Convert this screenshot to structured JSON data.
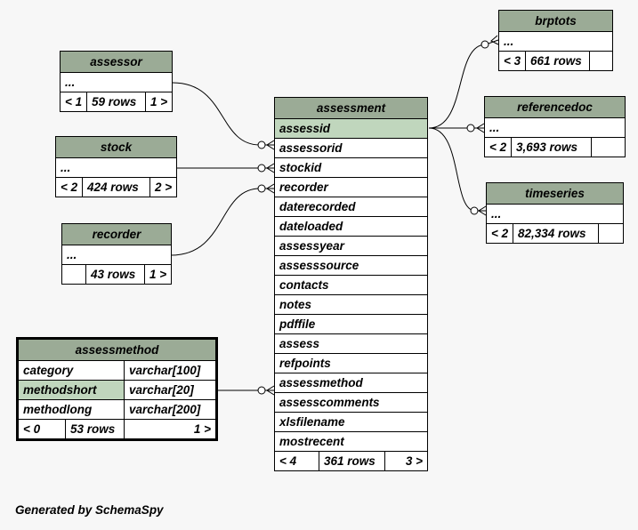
{
  "tables": {
    "assessor": {
      "name": "assessor",
      "ellipsis": "...",
      "parents": "< 1",
      "rows": "59 rows",
      "children": "1 >"
    },
    "stock": {
      "name": "stock",
      "ellipsis": "...",
      "parents": "< 2",
      "rows": "424 rows",
      "children": "2 >"
    },
    "recorder": {
      "name": "recorder",
      "ellipsis": "...",
      "parents": "",
      "rows": "43 rows",
      "children": "1 >"
    },
    "brptots": {
      "name": "brptots",
      "ellipsis": "...",
      "parents": "< 3",
      "rows": "661 rows",
      "children": ""
    },
    "referencedoc": {
      "name": "referencedoc",
      "ellipsis": "...",
      "parents": "< 2",
      "rows": "3,693 rows",
      "children": ""
    },
    "timeseries": {
      "name": "timeseries",
      "ellipsis": "...",
      "parents": "< 2",
      "rows": "82,334 rows",
      "children": ""
    },
    "assessmethod": {
      "name": "assessmethod",
      "columns": [
        {
          "name": "category",
          "type": "varchar[100]"
        },
        {
          "name": "methodshort",
          "type": "varchar[20]"
        },
        {
          "name": "methodlong",
          "type": "varchar[200]"
        }
      ],
      "parents": "< 0",
      "rows": "53 rows",
      "children": "1 >"
    },
    "assessment": {
      "name": "assessment",
      "columns": [
        "assessid",
        "assessorid",
        "stockid",
        "recorder",
        "daterecorded",
        "dateloaded",
        "assessyear",
        "assesssource",
        "contacts",
        "notes",
        "pdffile",
        "assess",
        "refpoints",
        "assessmethod",
        "assesscomments",
        "xlsfilename",
        "mostrecent"
      ],
      "parents": "< 4",
      "rows": "361 rows",
      "children": "3 >"
    }
  },
  "caption": "Generated by SchemaSpy"
}
